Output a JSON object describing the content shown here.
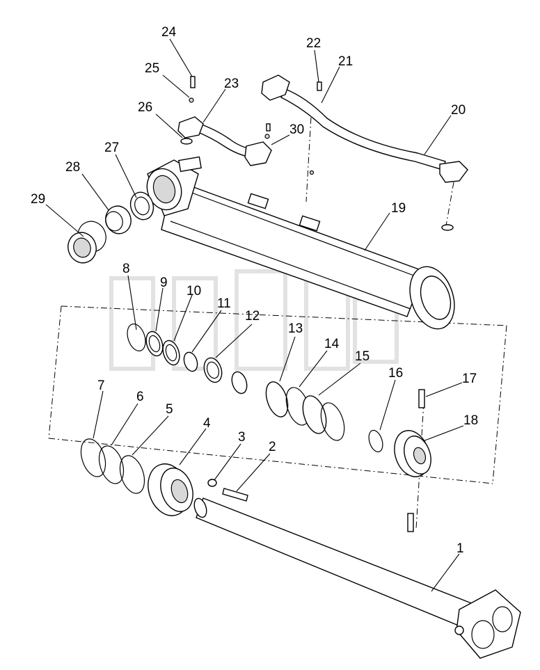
{
  "diagram": {
    "callouts": [
      {
        "id": "c1",
        "text": "1"
      },
      {
        "id": "c2",
        "text": "2"
      },
      {
        "id": "c3",
        "text": "3"
      },
      {
        "id": "c4",
        "text": "4"
      },
      {
        "id": "c5",
        "text": "5"
      },
      {
        "id": "c6",
        "text": "6"
      },
      {
        "id": "c7",
        "text": "7"
      },
      {
        "id": "c8",
        "text": "8"
      },
      {
        "id": "c9",
        "text": "9"
      },
      {
        "id": "c10",
        "text": "10"
      },
      {
        "id": "c11",
        "text": "11"
      },
      {
        "id": "c12",
        "text": "12"
      },
      {
        "id": "c13",
        "text": "13"
      },
      {
        "id": "c14",
        "text": "14"
      },
      {
        "id": "c15",
        "text": "15"
      },
      {
        "id": "c16",
        "text": "16"
      },
      {
        "id": "c17",
        "text": "17"
      },
      {
        "id": "c18",
        "text": "18"
      },
      {
        "id": "c19",
        "text": "19"
      },
      {
        "id": "c20",
        "text": "20"
      },
      {
        "id": "c21",
        "text": "21"
      },
      {
        "id": "c22",
        "text": "22"
      },
      {
        "id": "c23",
        "text": "23"
      },
      {
        "id": "c24",
        "text": "24"
      },
      {
        "id": "c25",
        "text": "25"
      },
      {
        "id": "c26",
        "text": "26"
      },
      {
        "id": "c27",
        "text": "27"
      },
      {
        "id": "c28",
        "text": "28"
      },
      {
        "id": "c29",
        "text": "29"
      },
      {
        "id": "c30",
        "text": "30"
      }
    ],
    "watermark": {
      "trademark": "TM"
    }
  }
}
